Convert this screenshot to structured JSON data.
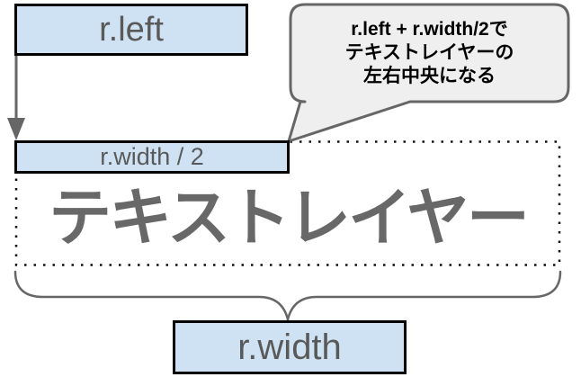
{
  "diagram": {
    "left_box": {
      "label": "r.left"
    },
    "half_width_box": {
      "label": "r.width / 2"
    },
    "width_box": {
      "label": "r.width"
    },
    "text_layer": {
      "label": "テキストレイヤー"
    },
    "callout": {
      "lines": [
        "r.left + r.width/2で",
        "テキストレイヤーの",
        "左右中央になる"
      ]
    },
    "colors": {
      "box_fill": "#cfe2f3",
      "box_border": "#000000",
      "box_label_text": "#595959",
      "bubble_fill": "#efefef",
      "bubble_border": "#666666",
      "arrow_gray": "#666666",
      "brace_gray": "#666666",
      "layer_text_gray": "#686868",
      "dotted_outline": "#111111",
      "background": "#ffffff"
    }
  }
}
